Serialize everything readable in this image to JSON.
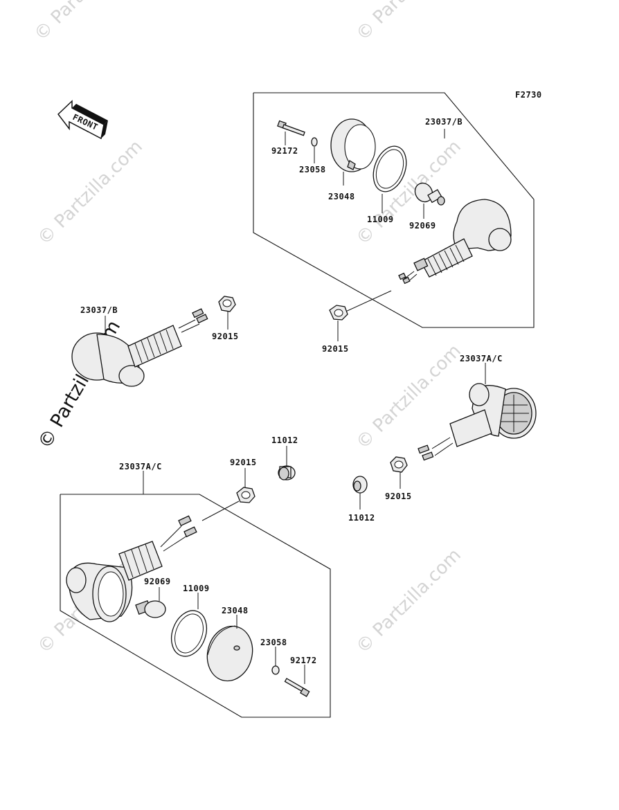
{
  "figure_code": "F2730",
  "front_label": "FRONT",
  "watermark": "© Partzilla.com",
  "labels": {
    "top_assembly": "23037/B",
    "top_bolt": "92172",
    "top_washer": "23058",
    "top_lens": "23048",
    "top_gasket": "11009",
    "top_bulb": "92069",
    "top_nut": "92015",
    "left_assembly": "23037/B",
    "left_nut": "92015",
    "right_assembly": "23037A/C",
    "right_nut": "92015",
    "right_grommet": "11012",
    "mid_grommet": "11012",
    "bottom_assembly": "23037A/C",
    "bottom_nut": "92015",
    "bottom_bulb": "92069",
    "bottom_gasket": "11009",
    "bottom_lens": "23048",
    "bottom_washer": "23058",
    "bottom_bolt": "92172"
  }
}
